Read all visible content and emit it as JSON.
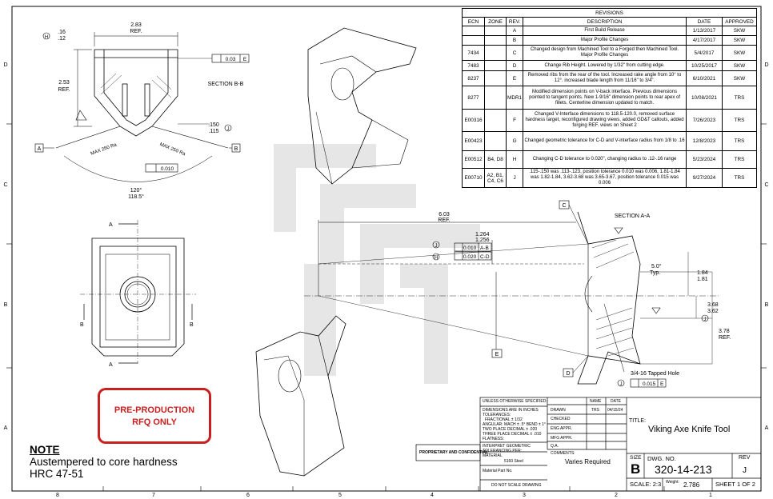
{
  "revisions": {
    "title": "REVISIONS",
    "headers": [
      "ECN",
      "ZONE",
      "REV.",
      "DESCRIPTION",
      "DATE",
      "APPROVED"
    ],
    "rows": [
      {
        "ecn": "",
        "zone": "",
        "rev": "A",
        "desc": "First Build Release",
        "date": "1/13/2017",
        "appr": "SKW"
      },
      {
        "ecn": "",
        "zone": "",
        "rev": "B",
        "desc": "Major Profile Changes",
        "date": "4/17/2017",
        "appr": "SKW"
      },
      {
        "ecn": "7434",
        "zone": "",
        "rev": "C",
        "desc": "Changed design from Machined Tool to a Forged then Machined Tool. Major Profile Changes",
        "date": "5/4/2017",
        "appr": "SKW"
      },
      {
        "ecn": "7483",
        "zone": "",
        "rev": "D",
        "desc": "Change Rib Height. Lowered by 1/32\" from cutting edge.",
        "date": "10/25/2017",
        "appr": "SKW"
      },
      {
        "ecn": "8237",
        "zone": "",
        "rev": "E",
        "desc": "Removed ribs from the rear of the tool. Increased rake angle from 10° to 12°. increased blade length from 11/16\" to 3/4\".",
        "date": "6/10/2021",
        "appr": "SKW"
      },
      {
        "ecn": "8277",
        "zone": "",
        "rev": "MDR1",
        "desc": "Modified dimension points on V-back interface. Previous dimensions pointed to tangent points. New 1-9/16\" dimension points to rear apex of fillets. Centerline dimension updated to match.",
        "date": "10/08/2021",
        "appr": "TRS"
      },
      {
        "ecn": "E00316",
        "zone": "",
        "rev": "F",
        "desc": "Changed V-Interface dimensions to 118.5-120.0, removed surface hardness target, reconfigured drawing views, added GD&T callouts, added forging REF. views on Sheet 2",
        "date": "7/26/2023",
        "appr": "TRS"
      },
      {
        "ecn": "E00423",
        "zone": "",
        "rev": "G",
        "desc": "Changed geometric tolerance for C-D and V-interface radius from 1/8 to .16",
        "date": "12/8/2023",
        "appr": "TRS"
      },
      {
        "ecn": "E00512",
        "zone": "B4, D8",
        "rev": "H",
        "desc": "Changing C-D tolerance to 0.020\", changing radius to .12-.16 range",
        "date": "5/23/2024",
        "appr": "TRS"
      },
      {
        "ecn": "E00710",
        "zone": "A2, B1, C4, C6",
        "rev": "J",
        "desc": ".115-.150 was .113-.123, position tolerance 0.010 was 0.006, 1.81-1.84 was 1.82-1.84, 3.62-3.68 was 3.65-3.67, position tolerance 0.015 was 0.006",
        "date": "9/27/2024",
        "appr": "TRS"
      }
    ]
  },
  "zones": {
    "top": [
      "8",
      "7",
      "6",
      "5",
      "4",
      "3",
      "2",
      "1"
    ],
    "side": [
      "D",
      "C",
      "B",
      "A"
    ]
  },
  "section_bb": {
    "label": "SECTION B-B",
    "dim_width": "2.83",
    "dim_width_ref": "REF.",
    "dim_height": "2.53",
    "dim_height_ref": "REF.",
    "dim_top_hi": ".16",
    "dim_top_lo": ".12",
    "dim_side_hi": ".150",
    "dim_side_lo": ".115",
    "angle_hi": "120°",
    "angle_lo": "118.5°",
    "finish_left": "MAX 250 Ra",
    "finish_right": "MAX 250 Ra",
    "flatness_value": "0.010",
    "perp_value": "0.03",
    "perp_datum": "E",
    "datum_a": "A",
    "datum_b": "B",
    "balloon_h": "H",
    "balloon_j": "J"
  },
  "front_view": {
    "cut_a": "A",
    "cut_b": "B"
  },
  "section_aa": {
    "label": "SECTION A-A",
    "dim_length": "6.03",
    "dim_length_ref": "REF.",
    "dia_hi": "1.264",
    "dia_lo": "1.256",
    "pos1_value": "0.010",
    "pos1_datum": "A-B",
    "pos2_value": "0.020",
    "pos2_datum": "C-D",
    "angle": "5.0°",
    "angle_typ": "Typ.",
    "dim_184": "1.84",
    "dim_181": "1.81",
    "dim_368": "3.68",
    "dim_362": "3.62",
    "dim_378": "3.78",
    "dim_378_ref": "REF.",
    "thread": "3/4-16 Tapped Hole",
    "thread_pos": "0.015",
    "thread_datum": "E",
    "datum_c": "C",
    "datum_d": "D",
    "datum_e": "E",
    "balloon_j": "J",
    "balloon_h": "H"
  },
  "note": {
    "heading": "NOTE",
    "line1": "Austempered to core hardness",
    "line2": "HRC 47-51"
  },
  "stamp": {
    "line1": "PRE-PRODUCTION",
    "line2": "RFQ ONLY"
  },
  "title_block": {
    "unless": "UNLESS OTHERWISE SPECIFIED:",
    "dims": "DIMENSIONS ARE IN INCHES",
    "tol": "TOLERANCES:",
    "frac": "FRACTIONAL ± 1/32",
    "ang": "ANGULAR: MACH ± .5° BEND ± 1°",
    "two": "TWO PLACE DECIMAL ± .020",
    "three": "THREE PLACE DECIMAL ± .010",
    "flat": "FLATNESS:",
    "interpret": "INTERPRET GEOMETRIC TOLERANCING PER:",
    "material_label": "MATERIAL",
    "material": "5160 Steel",
    "material_part": "Material Part No.",
    "noscale": "DO NOT SCALE DRAWING",
    "prop": "PROPRIETARY AND CONFIDENTIAL",
    "name_h": "NAME",
    "date_h": "DATE",
    "drawn": "DRAWN",
    "drawn_name": "TRS",
    "drawn_date": "04/15/24",
    "checked": "CHECKED",
    "eng": "ENG APPR.",
    "mfg": "MFG APPR.",
    "qa": "Q.A.",
    "comments": "COMMENTS:",
    "varies": "Varies Required",
    "title_label": "TITLE:",
    "title": "Viking Axe Knife Tool",
    "size_label": "SIZE",
    "size": "B",
    "dwg_label": "DWG. NO.",
    "dwg": "320-14-213",
    "rev_label": "REV",
    "rev": "J",
    "scale": "SCALE: 2:3",
    "weight_label": "Weight:",
    "weight": "2.786",
    "sheet": "SHEET 1 OF 2"
  }
}
